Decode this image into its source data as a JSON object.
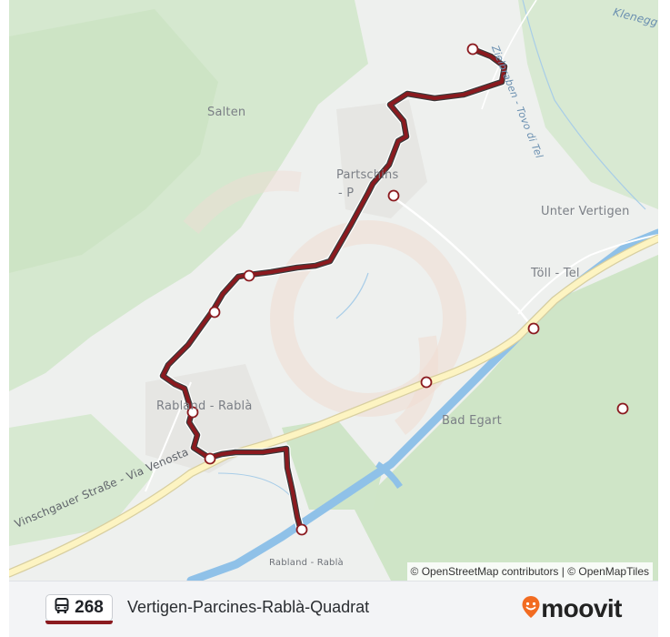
{
  "map": {
    "place_labels": [
      "Salten",
      "Partschins",
      "- P",
      "Unter Vertigen",
      "Töll - Tel",
      "Rabland - Rablà",
      "Bad Egart",
      "Rabland - Rablà",
      "Klenegg",
      "Zielbraben - Tovo di Tel"
    ],
    "road_label": "Vinschgauer Straße - Via Venosta",
    "attribution": "© OpenStreetMap contributors | © OpenMapTiles",
    "route_color": "#8b1a1f",
    "stop_count": 10
  },
  "footer": {
    "route_number": "268",
    "route_name": "Vertigen-Parcines-Rablà-Quadrat",
    "brand": "moovit",
    "brand_color": "#f26b21",
    "mode_icon": "bus-icon"
  }
}
